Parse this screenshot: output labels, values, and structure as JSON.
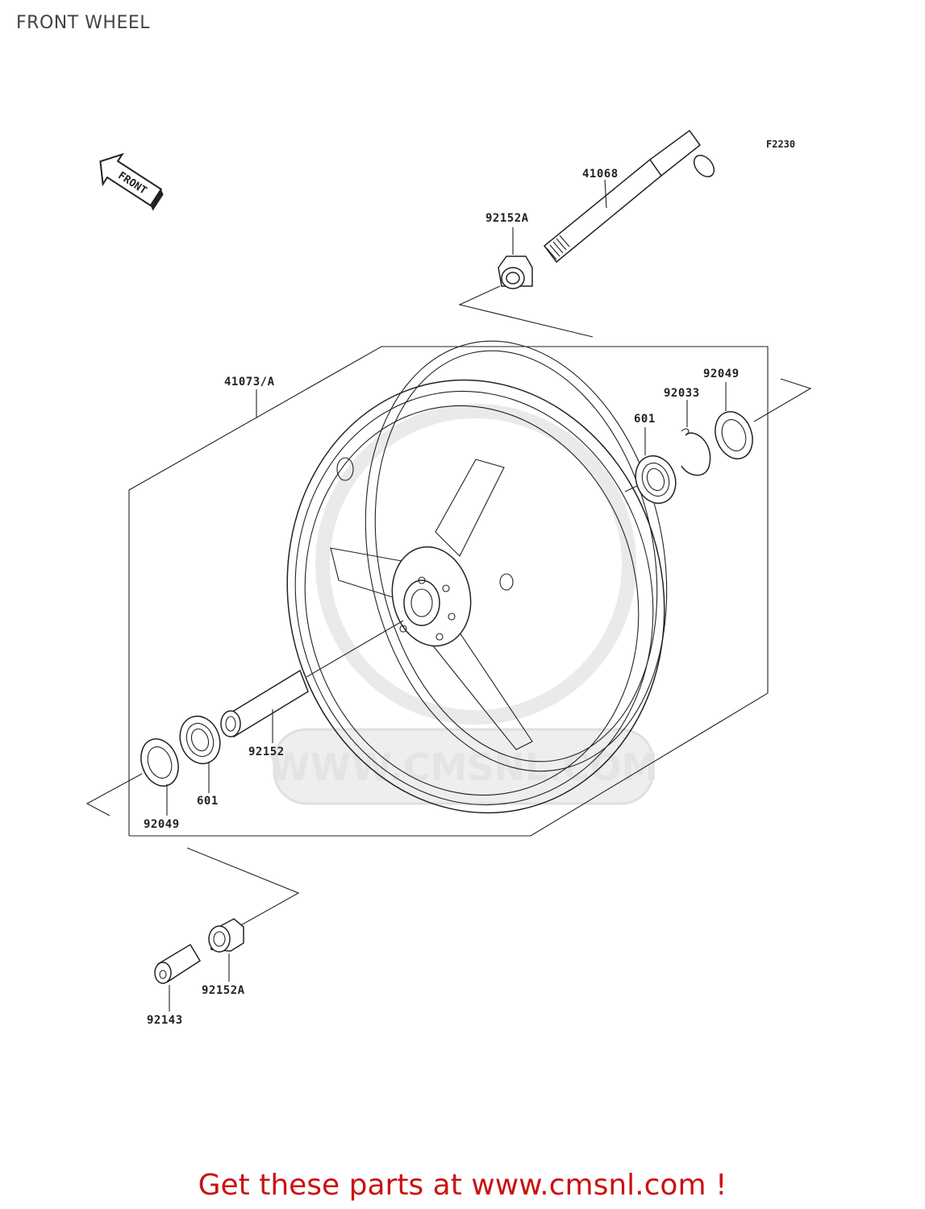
{
  "page": {
    "title": "FRONT WHEEL"
  },
  "diagram": {
    "figure_code": "F2230",
    "direction_arrow": "FRONT",
    "watermark": "WWW.CMSNL.COM",
    "labels": {
      "axle": "41068",
      "collar_top": "92152A",
      "wheel": "41073/A",
      "seal_right": "92049",
      "circlip": "92033",
      "bearing_right": "601",
      "spacer": "92152",
      "bearing_left": "601",
      "seal_left": "92049",
      "collar_bottom": "92152A",
      "collar_small": "92143"
    }
  },
  "footer": {
    "link_text": "Get these parts at www.cmsnl.com !"
  }
}
